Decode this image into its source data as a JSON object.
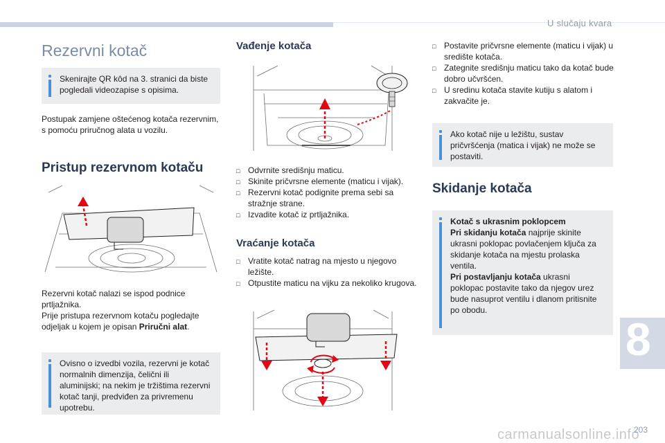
{
  "header": {
    "section_title": "U slučaju kvara"
  },
  "col1": {
    "title": "Rezervni kotač",
    "note1": "Skenirajte QR kôd na 3. stranici da biste pogledali videozapise s opisima.",
    "intro": "Postupak zamjene oštećenog kotača rezervnim, s pomoću priručnog alata u vozilu.",
    "heading_access": "Pristup rezervnom kotaču",
    "access_p1": "Rezervni kotač nalazi se ispod podnice prtljažnika.",
    "access_p2_pre": "Prije pristupa rezervnom kotaču pogledajte odjeljak u kojem je opisan ",
    "access_p2_bold": "Priručni alat",
    "access_p2_post": ".",
    "note2": "Ovisno o izvedbi vozila, rezervni je kotač normalnih dimenzija, čelični ili aluminijski; na nekim je tržištima rezervni kotač tanji, predviđen za privremenu upotrebu."
  },
  "col2": {
    "heading_remove": "Vađenje kotača",
    "remove_steps": [
      "Odvrnite središnju maticu.",
      "Skinite pričvrsne elemente (maticu i vijak).",
      "Rezervni kotač podignite prema sebi sa stražnje strane.",
      "Izvadite kotač iz prtljažnika."
    ],
    "heading_return": "Vraćanje kotača",
    "return_steps": [
      "Vratite kotač natrag na mjesto u njegovo ležište.",
      "Otpustite maticu na vijku za nekoliko krugova."
    ]
  },
  "col3": {
    "steps": [
      "Postavite pričvrsne elemente (maticu i vijak) u središte kotača.",
      "Zategnite središnju maticu tako da kotač bude dobro učvršćen.",
      "U sredinu kotača stavite kutiju s alatom i zakvačite je."
    ],
    "note3": "Ako kotač nije u ležištu, sustav pričvršćenja (matica i vijak) ne može se postaviti.",
    "heading_takeoff": "Skidanje kotača",
    "note4_title": "Kotač s ukrasnim poklopcem",
    "note4_b1": "Pri skidanju kotača",
    "note4_t1": " najprije skinite ukrasni poklopac povlačenjem ključa za skidanje kotača na mjestu prolaska ventila.",
    "note4_b2": "Pri postavljanju kotača",
    "note4_t2": " ukrasni poklopac postavite tako da njegov urez bude nasuprot ventilu i dlanom pritisnite po obodu."
  },
  "footer": {
    "chapter": "8",
    "page": "203",
    "watermark": "carmanualsonline.info"
  },
  "icons": {
    "bullet": "square-bullet-icon",
    "note": "info-bar-icon"
  },
  "colors": {
    "accent": "#4a90d9",
    "arrow_red": "#e30613",
    "title_gray": "#7a8ba6",
    "heading_navy": "#2a3a55"
  }
}
